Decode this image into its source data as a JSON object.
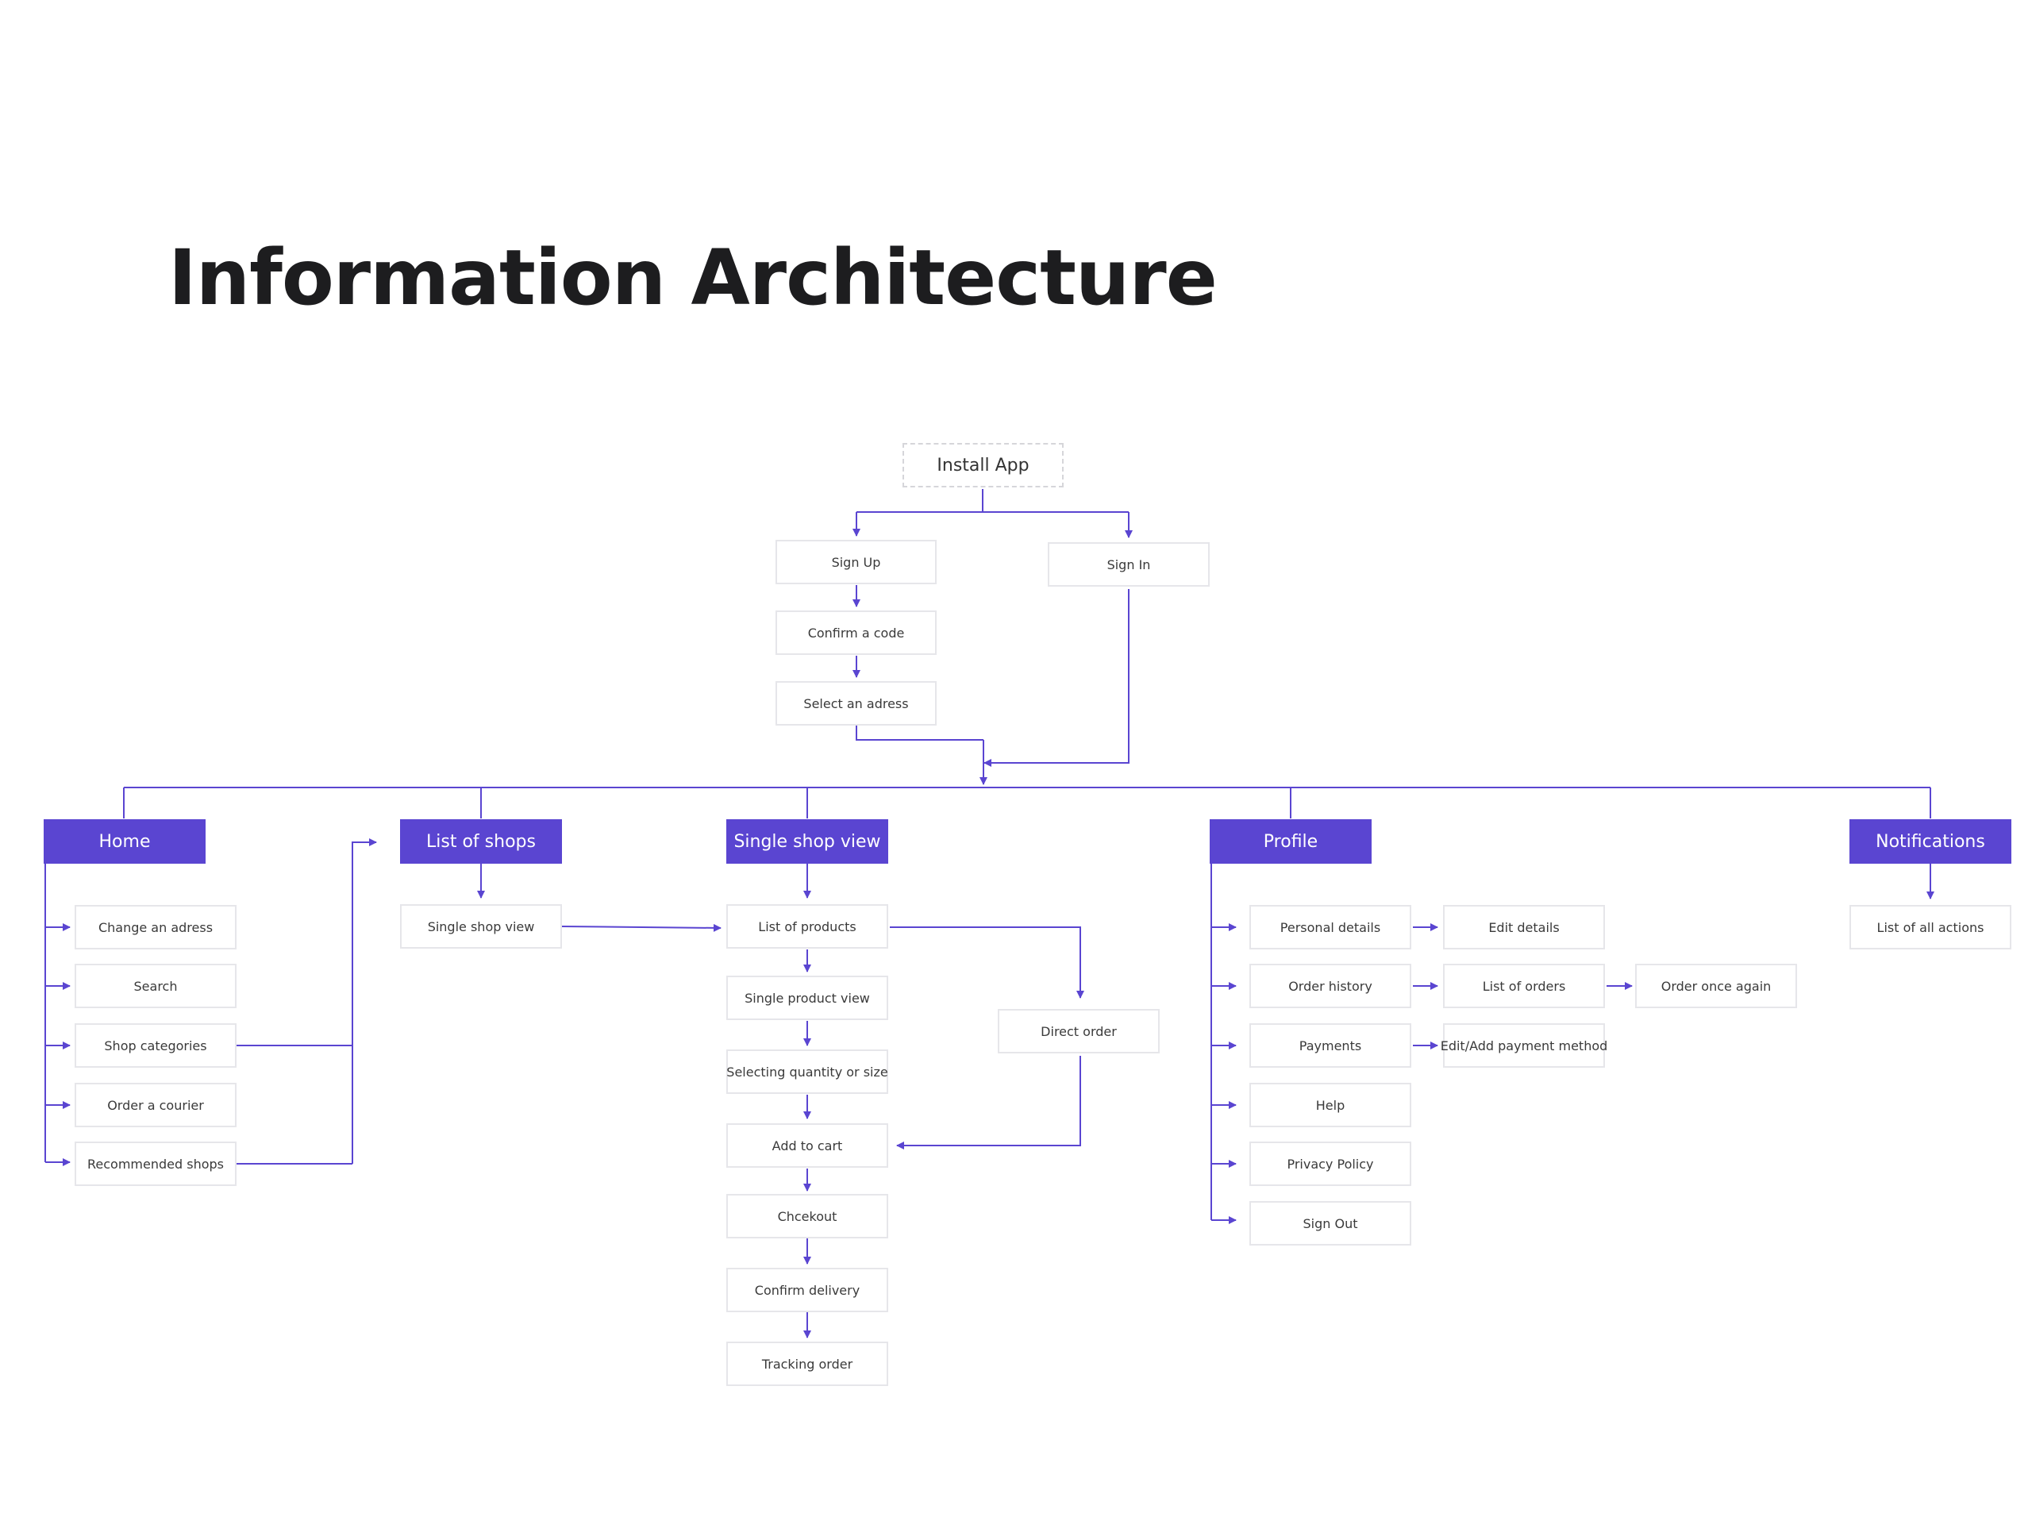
{
  "title": "Information Architecture",
  "colors": {
    "accent": "#5a45d1",
    "box_border": "#e6e6ea",
    "text": "#3a3a3a",
    "title": "#1d1d1f"
  },
  "nodes": {
    "install_app": "Install App",
    "sign_up": "Sign Up",
    "sign_in": "Sign In",
    "confirm_code": "Confirm a code",
    "select_address": "Select an adress",
    "home": "Home",
    "list_of_shops": "List of shops",
    "single_shop_view_section": "Single shop view",
    "profile": "Profile",
    "notifications": "Notifications",
    "change_address": "Change an adress",
    "search": "Search",
    "shop_categories": "Shop categories",
    "order_courier": "Order a courier",
    "recommended_shops": "Recommended shops",
    "single_shop_view_item": "Single shop view",
    "list_of_products": "List of products",
    "single_product_view": "Single product view",
    "selecting_quantity": "Selecting quantity or size",
    "add_to_cart": "Add to cart",
    "checkout": "Chcekout",
    "confirm_delivery": "Confirm delivery",
    "tracking_order": "Tracking order",
    "direct_order": "Direct order",
    "personal_details": "Personal details",
    "order_history": "Order history",
    "payments": "Payments",
    "help": "Help",
    "privacy_policy": "Privacy Policy",
    "sign_out": "Sign Out",
    "edit_details": "Edit details",
    "list_of_orders": "List of orders",
    "order_once_again": "Order once again",
    "edit_add_payment": "Edit/Add payment method",
    "list_of_all_actions": "List of all actions"
  }
}
